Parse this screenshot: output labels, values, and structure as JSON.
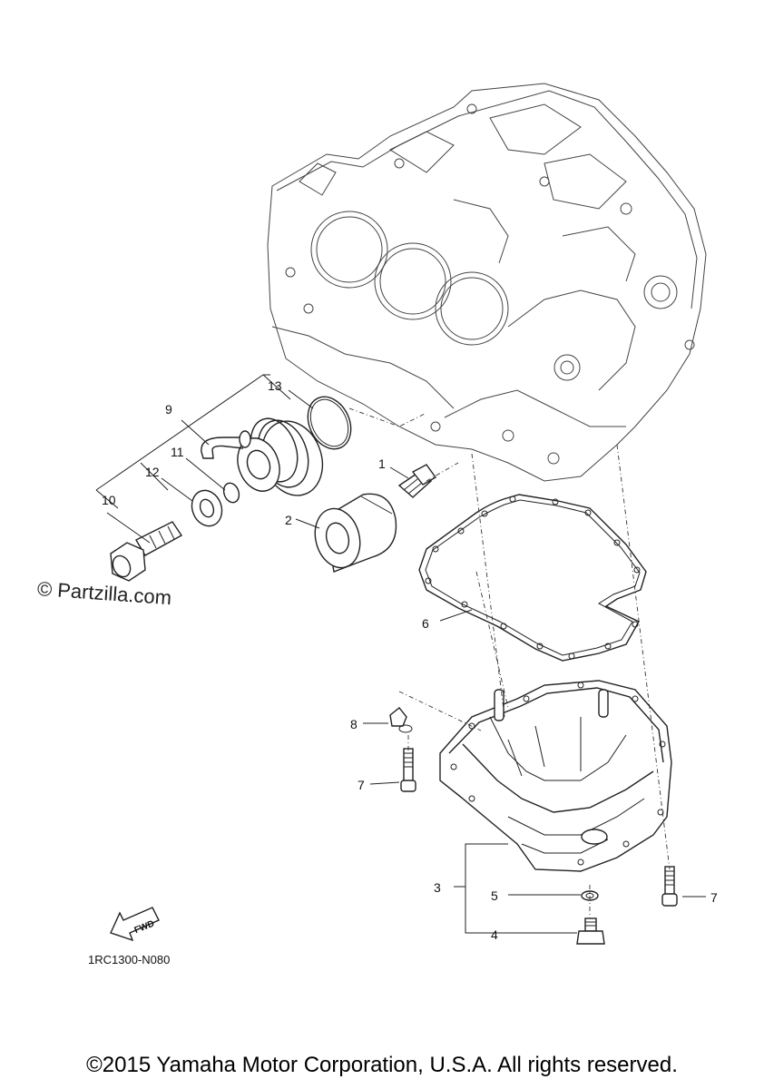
{
  "diagram": {
    "callouts": [
      "1",
      "2",
      "3",
      "4",
      "5",
      "6",
      "7",
      "7",
      "8",
      "9",
      "10",
      "11",
      "12",
      "13"
    ],
    "fwd_label": "FWD",
    "drawing_code": "1RC1300-N080",
    "watermark": "© Partzilla.com",
    "copyright": "©2015 Yamaha Motor Corporation, U.S.A. All rights reserved."
  }
}
